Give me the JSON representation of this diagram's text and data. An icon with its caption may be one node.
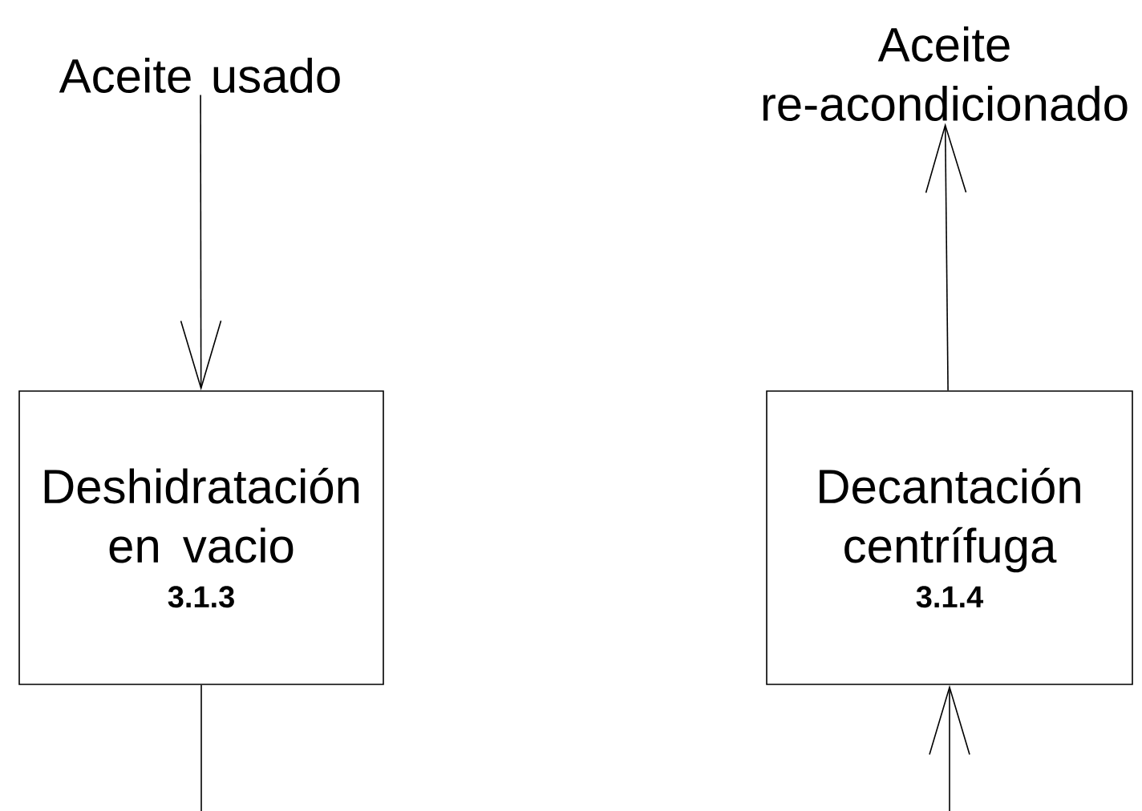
{
  "diagram": {
    "nodes": [
      {
        "text": [
          "Aceite usado"
        ]
      },
      {
        "text": [
          "Deshidratación en vacio",
          "3.1.3"
        ]
      },
      {
        "text": [
          "Decantación centrífuga",
          "3.1.4"
        ]
      },
      {
        "text": [
          "Aceite re-acondicionado"
        ]
      }
    ],
    "edges": [
      {
        "from": 0,
        "to": 1,
        "arrow": "to"
      },
      {
        "from": 1,
        "to": null,
        "arrow": "none"
      },
      {
        "from": null,
        "to": 2,
        "arrow": "to"
      },
      {
        "from": 2,
        "to": 3,
        "arrow": "to"
      }
    ]
  }
}
